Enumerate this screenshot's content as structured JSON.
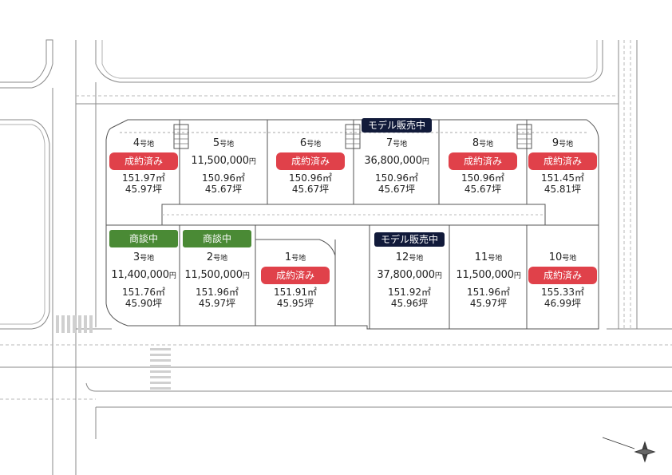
{
  "labels": {
    "lot_suffix": "号地",
    "yen_suffix": "円",
    "tsubo_suffix": "坪",
    "sqm_suffix": "㎡"
  },
  "statuses": {
    "sold": "成約済み",
    "negotiating": "商談中",
    "model": "モデル販売中"
  },
  "colors": {
    "sold": "#e0414a",
    "negotiating": "#4a8a35",
    "model": "#111a3a",
    "road_line": "#8a8a8a"
  },
  "lots": [
    {
      "no": "4",
      "status": "sold",
      "price": "",
      "sqm": "151.97",
      "tsubo": "45.97"
    },
    {
      "no": "5",
      "status": "",
      "price": "11,500,000",
      "sqm": "150.96",
      "tsubo": "45.67"
    },
    {
      "no": "6",
      "status": "sold",
      "price": "",
      "sqm": "150.96",
      "tsubo": "45.67"
    },
    {
      "no": "7",
      "status": "model",
      "price": "36,800,000",
      "sqm": "150.96",
      "tsubo": "45.67"
    },
    {
      "no": "8",
      "status": "sold",
      "price": "",
      "sqm": "150.96",
      "tsubo": "45.67"
    },
    {
      "no": "9",
      "status": "sold",
      "price": "",
      "sqm": "151.45",
      "tsubo": "45.81"
    },
    {
      "no": "3",
      "status": "negotiating",
      "price": "11,400,000",
      "sqm": "151.76",
      "tsubo": "45.90"
    },
    {
      "no": "2",
      "status": "negotiating",
      "price": "11,500,000",
      "sqm": "151.96",
      "tsubo": "45.97"
    },
    {
      "no": "1",
      "status": "sold",
      "price": "",
      "sqm": "151.91",
      "tsubo": "45.95"
    },
    {
      "no": "12",
      "status": "model",
      "price": "37,800,000",
      "sqm": "151.92",
      "tsubo": "45.96"
    },
    {
      "no": "11",
      "status": "",
      "price": "11,500,000",
      "sqm": "151.96",
      "tsubo": "45.97"
    },
    {
      "no": "10",
      "status": "sold",
      "price": "",
      "sqm": "155.33",
      "tsubo": "46.99"
    }
  ]
}
